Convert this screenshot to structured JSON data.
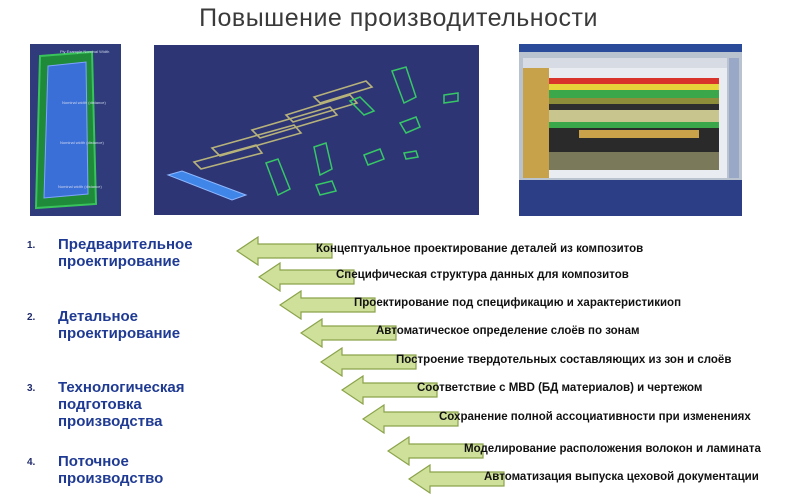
{
  "title": "Повышение производительности",
  "colors": {
    "arrow_fill": "#cfe09a",
    "arrow_stroke": "#8aa34a",
    "step_label": "#1f3a93"
  },
  "panel1": {
    "labels": [
      "Ply Example Nominal Width",
      "Nominal width (distance)",
      "Nominal width (distance)",
      "Nominal width (distance)"
    ]
  },
  "steps": [
    {
      "num": "1.",
      "lines": [
        "Предварительное",
        "проектирование"
      ]
    },
    {
      "num": "2.",
      "lines": [
        "Детальное",
        "проектирование"
      ]
    },
    {
      "num": "3.",
      "lines": [
        "Технологическая",
        "подготовка",
        "производства"
      ]
    },
    {
      "num": "4.",
      "lines": [
        "Поточное",
        "производство"
      ]
    }
  ],
  "arrows": [
    "Концептуальное проектирование деталей из композитов",
    "Специфическая структура данных для композитов",
    "Проектирование под спецификацию и характеристикиоп",
    "Автоматическое определение слоёв по зонам",
    "Построение твердотельных составляющих из зон и слоёв",
    "Соответствие с  MBD (БД материалов)  и чертежом",
    "Сохранение полной ассоциативности при изменениях",
    "Моделирование расположения волокон и ламината",
    "Автоматизация выпуска цеховой документации"
  ]
}
